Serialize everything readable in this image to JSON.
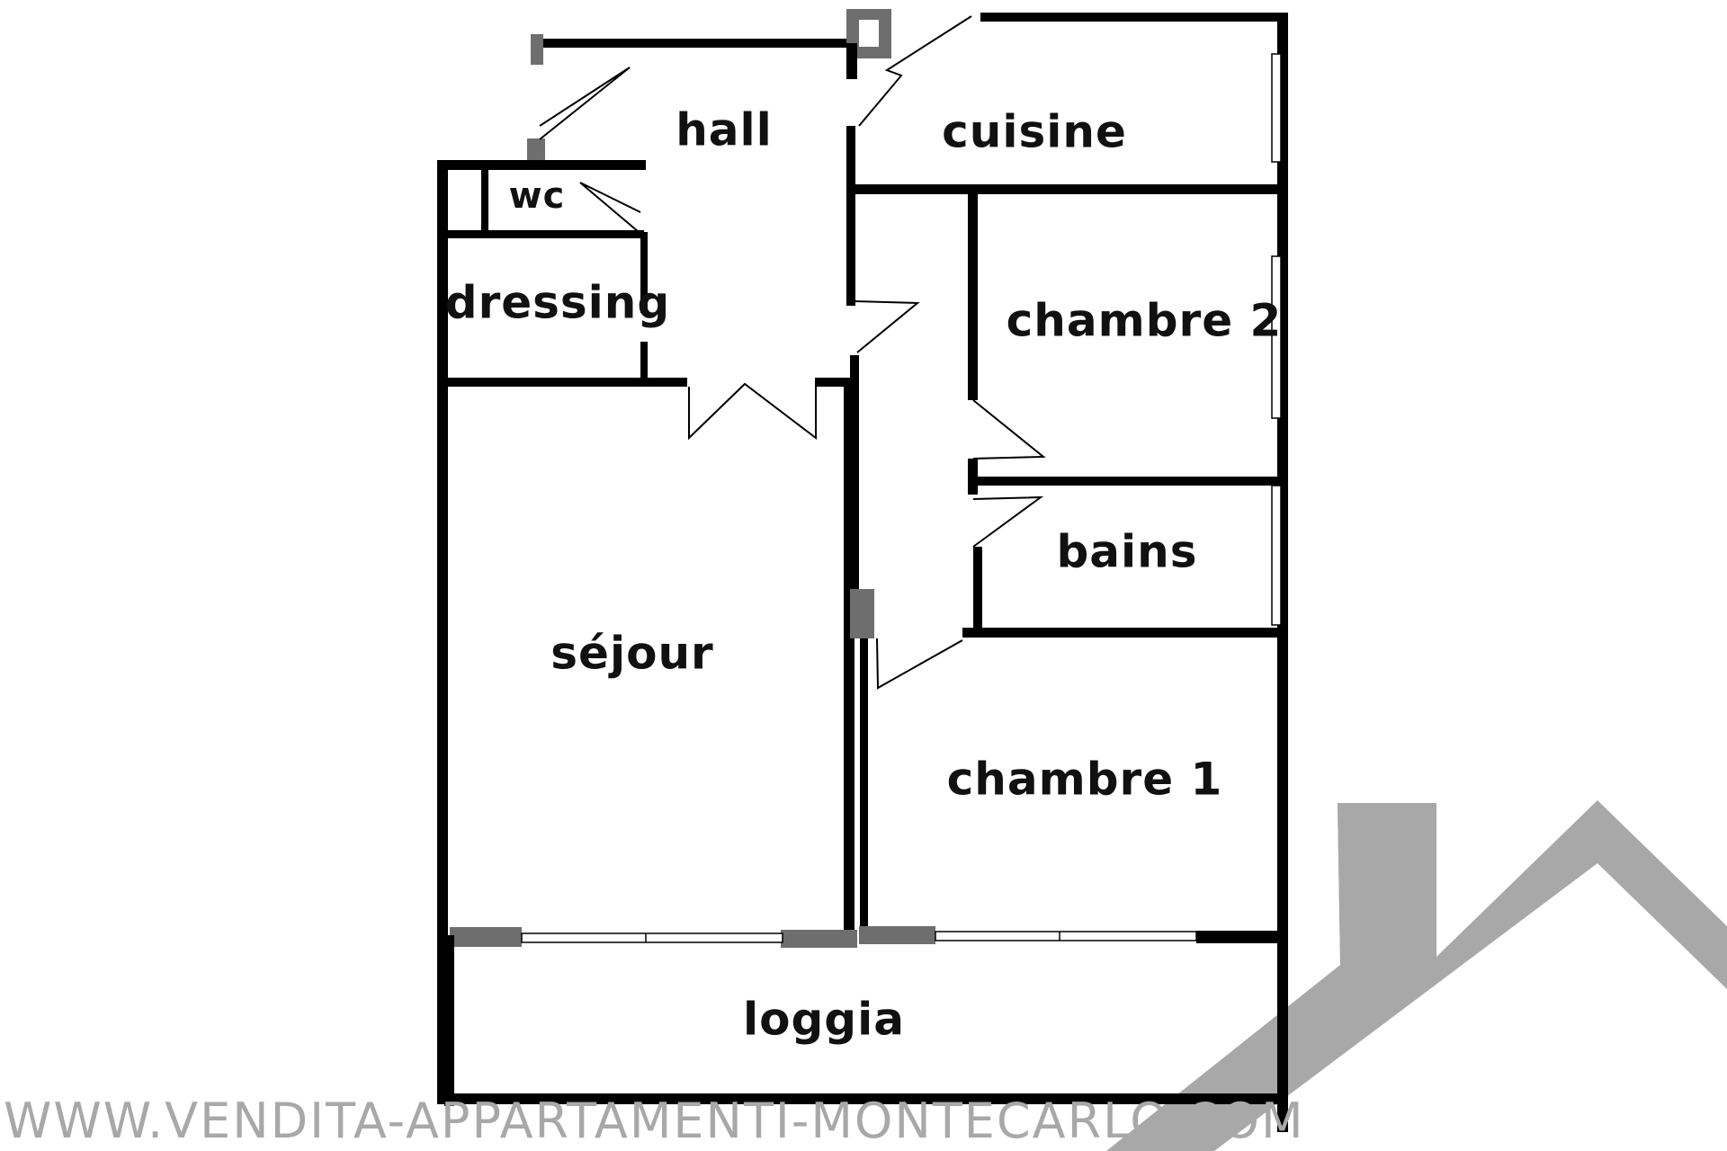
{
  "rooms": {
    "hall": "hall",
    "cuisine": "cuisine",
    "wc": "wc",
    "dressing": "dressing",
    "chambre2": "chambre 2",
    "bains": "bains",
    "sejour": "séjour",
    "chambre1": "chambre 1",
    "loggia": "loggia"
  },
  "watermark": {
    "url": "WWW.VENDITA-APPARTAMENTI-MONTECARLO.COM",
    "logo_color": "#a8a8a8"
  },
  "colors": {
    "wall": "#000000",
    "background": "#ffffff"
  }
}
